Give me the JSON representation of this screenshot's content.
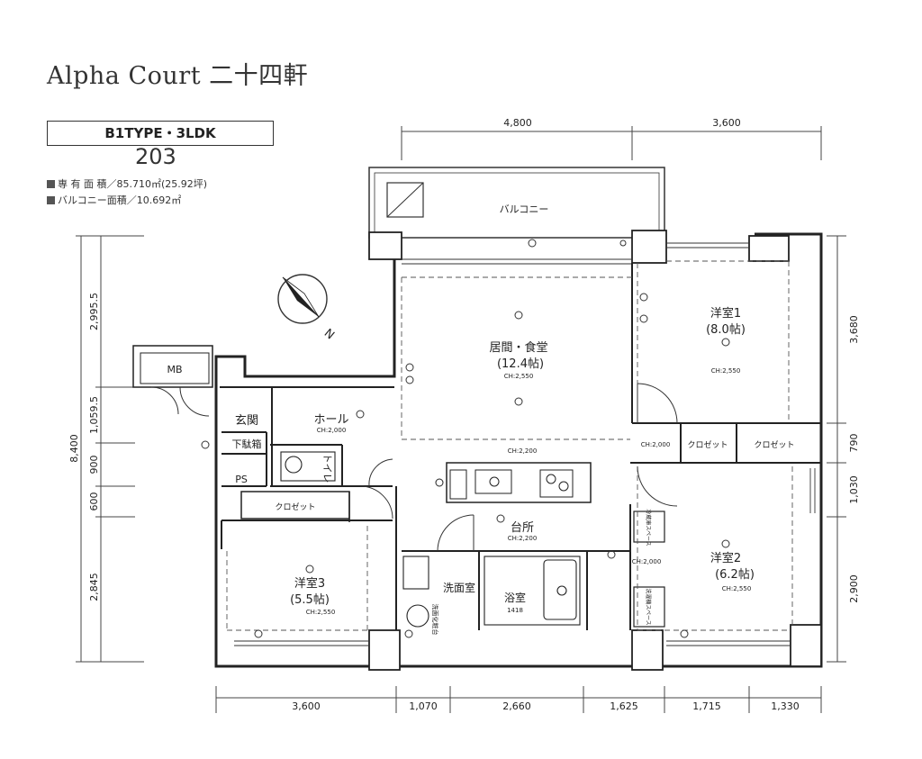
{
  "header": {
    "title": "Alpha Court 二十四軒",
    "type_label": "B1TYPE・3LDK",
    "unit_number": "203",
    "area_label": "専 有 面 積／85.710㎡(25.92坪)",
    "balcony_label": "バルコニー面積／10.692㎡"
  },
  "compass": {
    "north": "N"
  },
  "dims": {
    "top": [
      "4,800",
      "3,600"
    ],
    "bottom": [
      "3,600",
      "1,070",
      "2,660",
      "1,625",
      "1,715",
      "1,330"
    ],
    "left_total": "8,400",
    "left": [
      "2,995.5",
      "1,059.5",
      "900",
      "600",
      "2,845"
    ],
    "right": [
      "3,680",
      "790",
      "1,030",
      "2,900"
    ]
  },
  "rooms": {
    "balcony": "バルコニー",
    "living": {
      "name": "居間・食堂",
      "size": "(12.4帖)",
      "ch": "CH:2,550"
    },
    "west1": {
      "name": "洋室1",
      "size": "(8.0帖)",
      "ch": "CH:2,550"
    },
    "west2": {
      "name": "洋室2",
      "size": "(6.2帖)",
      "ch": "CH:2,550"
    },
    "west3": {
      "name": "洋室3",
      "size": "(5.5帖)",
      "ch": "CH:2,550"
    },
    "mb": "MB",
    "entrance": "玄関",
    "hall": {
      "name": "ホール",
      "ch": "CH:2,000"
    },
    "shoe": "下駄箱",
    "toilet": "トイレ",
    "ps": "PS",
    "closet_main": "クロゼット",
    "closet_a": "クロゼット",
    "closet_b": "クロゼット",
    "kitchen": {
      "name": "台所",
      "ch": "CH:2,200"
    },
    "washroom": "洗面室",
    "bath": {
      "name": "浴室",
      "sub": "1418"
    },
    "vanity": "洗面化粧台",
    "fridge": "冷蔵庫スペース",
    "washer": "洗濯機スペース",
    "ch_2200": "CH:2,200",
    "ch_2000a": "CH:2,000",
    "ch_2000b": "CH:2,000"
  }
}
